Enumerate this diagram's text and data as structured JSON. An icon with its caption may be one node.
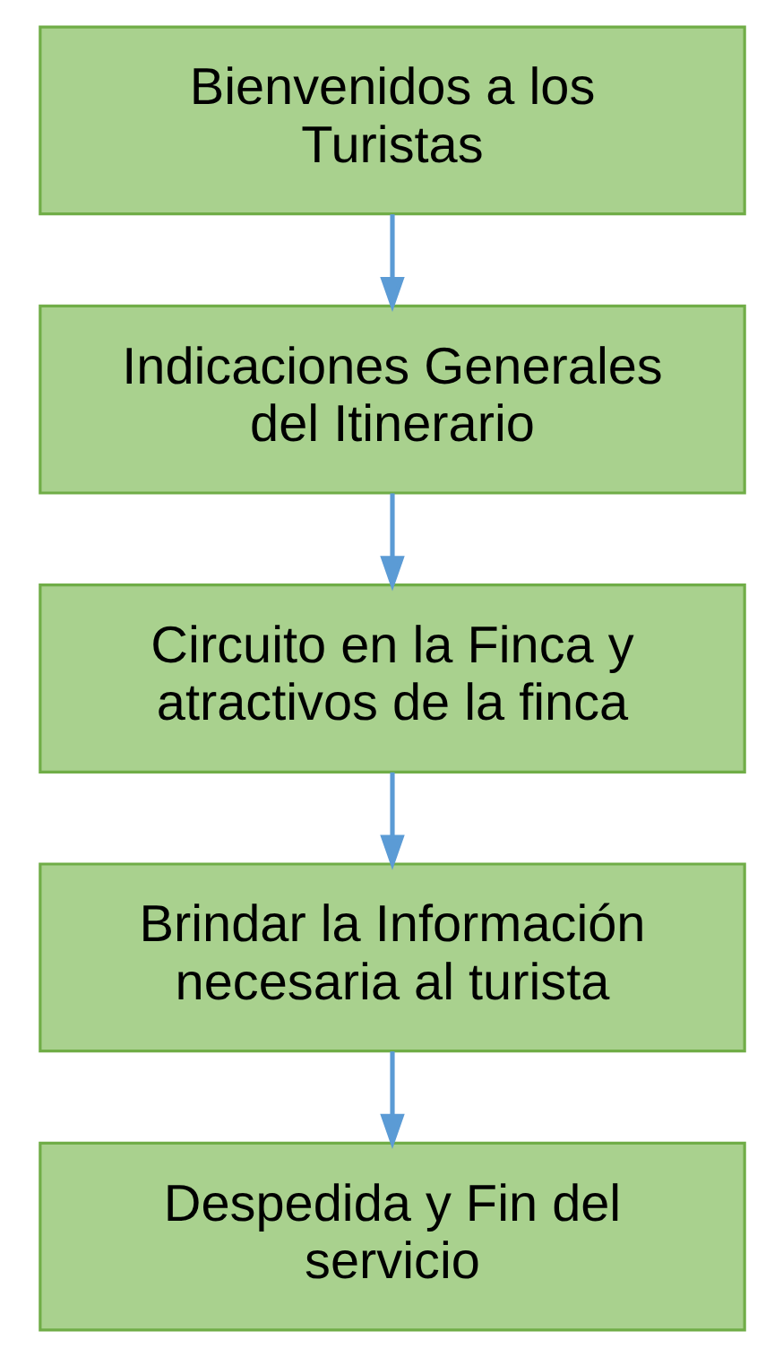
{
  "diagram": {
    "nodes": [
      {
        "text": [
          "Bienvenidos a los Turistas"
        ]
      },
      {
        "text": [
          "Indicaciones Generales del Itinerario"
        ]
      },
      {
        "text": [
          "Circuito en la Finca y atractivos de la finca"
        ]
      },
      {
        "text": [
          "Brindar la Información necesaria al turista"
        ]
      },
      {
        "text": [
          "Despedida y Fin del servicio"
        ]
      }
    ],
    "edges": [
      {
        "from": 0,
        "to": 1,
        "arrow": "to"
      },
      {
        "from": 1,
        "to": 2,
        "arrow": "to"
      },
      {
        "from": 2,
        "to": 3,
        "arrow": "to"
      },
      {
        "from": 3,
        "to": 4,
        "arrow": "to"
      }
    ]
  }
}
